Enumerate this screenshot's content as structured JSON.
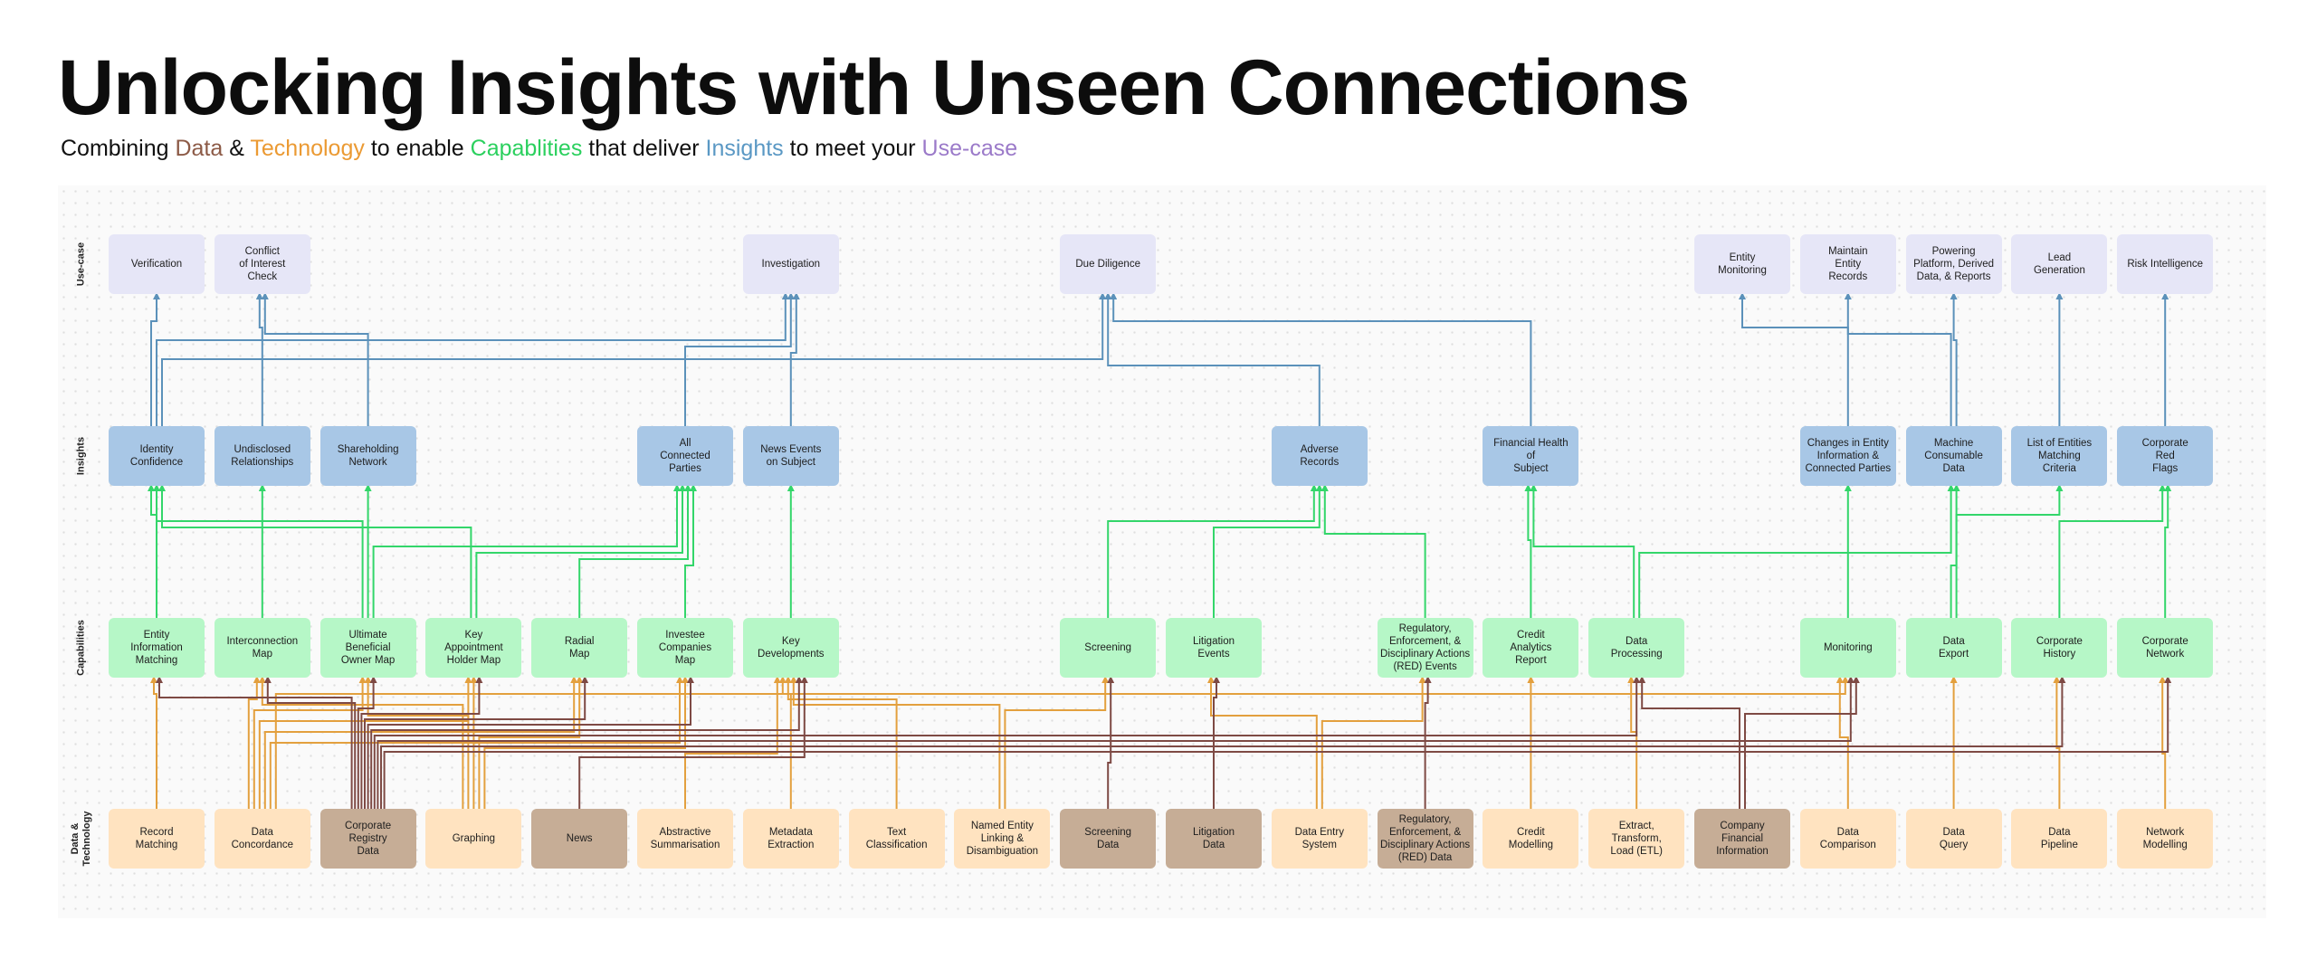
{
  "title": "Unlocking Insights with Unseen Connections",
  "subtitle": {
    "p1": "Combining ",
    "data": "Data",
    "p2": " & ",
    "tech": "Technology",
    "p3": " to enable ",
    "cap": "Capablities",
    "p4": " that deliver ",
    "ins": "Insights",
    "p5": " to meet your ",
    "use": "Use-case"
  },
  "row_labels": {
    "use": "Use-case",
    "ins": "Insights",
    "cap": "Capabilities",
    "tech": "Data &\nTechnology"
  },
  "colors": {
    "use_box": "#e6e6f7",
    "insight_box": "#a8c7e6",
    "capability_box": "#b6f7c7",
    "technology_box": "#ffe3c0",
    "data_box": "#c6ad96",
    "insight_to_use_line": "#5b91ba",
    "capability_to_insight_line": "#33d66a",
    "technology_line": "#e3a03e",
    "data_line": "#7e4a44"
  },
  "nodes": {
    "use": [
      {
        "id": "u-verification",
        "col": 0,
        "label": "Verification"
      },
      {
        "id": "u-conflict",
        "col": 1,
        "label": "Conflict\nof Interest\nCheck"
      },
      {
        "id": "u-investigation",
        "col": 6,
        "label": "Investigation"
      },
      {
        "id": "u-due",
        "col": 9,
        "label": "Due Diligence"
      },
      {
        "id": "u-entmon",
        "col": 15,
        "label": "Entity\nMonitoring"
      },
      {
        "id": "u-maintain",
        "col": 16,
        "label": "Maintain\nEntity\nRecords"
      },
      {
        "id": "u-powering",
        "col": 17,
        "label": "Powering\nPlatform, Derived\nData, & Reports"
      },
      {
        "id": "u-lead",
        "col": 18,
        "label": "Lead\nGeneration"
      },
      {
        "id": "u-risk",
        "col": 19,
        "label": "Risk Intelligence"
      }
    ],
    "insights": [
      {
        "id": "i-identity",
        "col": 0,
        "label": "Identity\nConfidence"
      },
      {
        "id": "i-undisclosed",
        "col": 1,
        "label": "Undisclosed\nRelationships"
      },
      {
        "id": "i-shareholding",
        "col": 2,
        "label": "Shareholding\nNetwork"
      },
      {
        "id": "i-allparties",
        "col": 5,
        "label": "All\nConnected\nParties"
      },
      {
        "id": "i-newsevents",
        "col": 6,
        "label": "News Events\non Subject"
      },
      {
        "id": "i-adverse",
        "col": 11,
        "label": "Adverse\nRecords"
      },
      {
        "id": "i-finhealth",
        "col": 13,
        "label": "Financial Health\nof\nSubject"
      },
      {
        "id": "i-changes",
        "col": 16,
        "label": "Changes in Entity\nInformation &\nConnected Parties"
      },
      {
        "id": "i-machine",
        "col": 17,
        "label": "Machine\nConsumable\nData"
      },
      {
        "id": "i-list",
        "col": 18,
        "label": "List of Entities\nMatching\nCriteria"
      },
      {
        "id": "i-redflags",
        "col": 19,
        "label": "Corporate\nRed\nFlags"
      }
    ],
    "capabilities": [
      {
        "id": "c-eim",
        "col": 0,
        "label": "Entity\nInformation\nMatching"
      },
      {
        "id": "c-intermap",
        "col": 1,
        "label": "Interconnection\nMap"
      },
      {
        "id": "c-ubo",
        "col": 2,
        "label": "Ultimate\nBeneficial\nOwner Map"
      },
      {
        "id": "c-kah",
        "col": 3,
        "label": "Key\nAppointment\nHolder Map"
      },
      {
        "id": "c-radial",
        "col": 4,
        "label": "Radial\nMap"
      },
      {
        "id": "c-investee",
        "col": 5,
        "label": "Investee\nCompanies\nMap"
      },
      {
        "id": "c-keydev",
        "col": 6,
        "label": "Key\nDevelopments"
      },
      {
        "id": "c-screening",
        "col": 9,
        "label": "Screening"
      },
      {
        "id": "c-litev",
        "col": 10,
        "label": "Litigation\nEvents"
      },
      {
        "id": "c-red",
        "col": 12,
        "label": "Regulatory,\nEnforcement, &\nDisciplinary Actions\n(RED) Events"
      },
      {
        "id": "c-credit",
        "col": 13,
        "label": "Credit\nAnalytics\nReport"
      },
      {
        "id": "c-dataproc",
        "col": 14,
        "label": "Data\nProcessing"
      },
      {
        "id": "c-monitoring",
        "col": 16,
        "label": "Monitoring"
      },
      {
        "id": "c-export",
        "col": 17,
        "label": "Data\nExport"
      },
      {
        "id": "c-history",
        "col": 18,
        "label": "Corporate\nHistory"
      },
      {
        "id": "c-network",
        "col": 19,
        "label": "Corporate\nNetwork"
      }
    ],
    "technology": [
      {
        "id": "t-record",
        "col": 0,
        "kind": "tech",
        "label": "Record\nMatching"
      },
      {
        "id": "t-concord",
        "col": 1,
        "kind": "tech",
        "label": "Data\nConcordance"
      },
      {
        "id": "t-registry",
        "col": 2,
        "kind": "data",
        "label": "Corporate\nRegistry\nData"
      },
      {
        "id": "t-graphing",
        "col": 3,
        "kind": "tech",
        "label": "Graphing"
      },
      {
        "id": "t-news",
        "col": 4,
        "kind": "data",
        "label": "News"
      },
      {
        "id": "t-abstract",
        "col": 5,
        "kind": "tech",
        "label": "Abstractive\nSummarisation"
      },
      {
        "id": "t-metadata",
        "col": 6,
        "kind": "tech",
        "label": "Metadata\nExtraction"
      },
      {
        "id": "t-textclass",
        "col": 7,
        "kind": "tech",
        "label": "Text\nClassification"
      },
      {
        "id": "t-ner",
        "col": 8,
        "kind": "tech",
        "label": "Named Entity\nLinking &\nDisambiguation"
      },
      {
        "id": "t-screendata",
        "col": 9,
        "kind": "data",
        "label": "Screening\nData"
      },
      {
        "id": "t-litdata",
        "col": 10,
        "kind": "data",
        "label": "Litigation\nData"
      },
      {
        "id": "t-entry",
        "col": 11,
        "kind": "tech",
        "label": "Data Entry\nSystem"
      },
      {
        "id": "t-reddata",
        "col": 12,
        "kind": "data",
        "label": "Regulatory,\nEnforcement, &\nDisciplinary Actions\n(RED) Data"
      },
      {
        "id": "t-creditmod",
        "col": 13,
        "kind": "tech",
        "label": "Credit\nModelling"
      },
      {
        "id": "t-etl",
        "col": 14,
        "kind": "tech",
        "label": "Extract,\nTransform,\nLoad (ETL)"
      },
      {
        "id": "t-cfi",
        "col": 15,
        "kind": "data",
        "label": "Company\nFinancial\nInformation"
      },
      {
        "id": "t-compare",
        "col": 16,
        "kind": "tech",
        "label": "Data\nComparison"
      },
      {
        "id": "t-query",
        "col": 17,
        "kind": "tech",
        "label": "Data\nQuery"
      },
      {
        "id": "t-pipeline",
        "col": 18,
        "kind": "tech",
        "label": "Data\nPipeline"
      },
      {
        "id": "t-netmodel",
        "col": 19,
        "kind": "tech",
        "label": "Network\nModelling"
      }
    ]
  },
  "edges": [
    {
      "from": "i-identity",
      "to": "u-verification",
      "kind": "ins"
    },
    {
      "from": "i-undisclosed",
      "to": "u-conflict",
      "kind": "ins"
    },
    {
      "from": "i-shareholding",
      "to": "u-conflict",
      "kind": "ins"
    },
    {
      "from": "i-identity",
      "to": "u-investigation",
      "kind": "ins"
    },
    {
      "from": "i-allparties",
      "to": "u-investigation",
      "kind": "ins"
    },
    {
      "from": "i-newsevents",
      "to": "u-investigation",
      "kind": "ins"
    },
    {
      "from": "i-identity",
      "to": "u-due",
      "kind": "ins"
    },
    {
      "from": "i-adverse",
      "to": "u-due",
      "kind": "ins"
    },
    {
      "from": "i-finhealth",
      "to": "u-due",
      "kind": "ins"
    },
    {
      "from": "i-changes",
      "to": "u-entmon",
      "kind": "ins"
    },
    {
      "from": "i-machine",
      "to": "u-maintain",
      "kind": "ins"
    },
    {
      "from": "i-machine",
      "to": "u-powering",
      "kind": "ins"
    },
    {
      "from": "i-list",
      "to": "u-lead",
      "kind": "ins"
    },
    {
      "from": "i-redflags",
      "to": "u-risk",
      "kind": "ins"
    },
    {
      "from": "c-eim",
      "to": "i-identity",
      "kind": "cap"
    },
    {
      "from": "c-ubo",
      "to": "i-identity",
      "kind": "cap"
    },
    {
      "from": "c-kah",
      "to": "i-identity",
      "kind": "cap"
    },
    {
      "from": "c-intermap",
      "to": "i-undisclosed",
      "kind": "cap"
    },
    {
      "from": "c-ubo",
      "to": "i-shareholding",
      "kind": "cap"
    },
    {
      "from": "c-ubo",
      "to": "i-allparties",
      "kind": "cap"
    },
    {
      "from": "c-kah",
      "to": "i-allparties",
      "kind": "cap"
    },
    {
      "from": "c-radial",
      "to": "i-allparties",
      "kind": "cap"
    },
    {
      "from": "c-investee",
      "to": "i-allparties",
      "kind": "cap"
    },
    {
      "from": "c-keydev",
      "to": "i-newsevents",
      "kind": "cap"
    },
    {
      "from": "c-screening",
      "to": "i-adverse",
      "kind": "cap"
    },
    {
      "from": "c-litev",
      "to": "i-adverse",
      "kind": "cap"
    },
    {
      "from": "c-red",
      "to": "i-adverse",
      "kind": "cap"
    },
    {
      "from": "c-credit",
      "to": "i-finhealth",
      "kind": "cap"
    },
    {
      "from": "c-dataproc",
      "to": "i-finhealth",
      "kind": "cap"
    },
    {
      "from": "c-dataproc",
      "to": "i-machine",
      "kind": "cap"
    },
    {
      "from": "c-monitoring",
      "to": "i-changes",
      "kind": "cap"
    },
    {
      "from": "c-export",
      "to": "i-machine",
      "kind": "cap"
    },
    {
      "from": "c-export",
      "to": "i-list",
      "kind": "cap"
    },
    {
      "from": "c-history",
      "to": "i-redflags",
      "kind": "cap"
    },
    {
      "from": "c-network",
      "to": "i-redflags",
      "kind": "cap"
    },
    {
      "from": "t-record",
      "to": "c-eim",
      "kind": "tech"
    },
    {
      "from": "t-concord",
      "to": "c-intermap",
      "kind": "tech"
    },
    {
      "from": "t-graphing",
      "to": "c-intermap",
      "kind": "tech"
    },
    {
      "from": "t-concord",
      "to": "c-ubo",
      "kind": "tech"
    },
    {
      "from": "t-graphing",
      "to": "c-ubo",
      "kind": "tech"
    },
    {
      "from": "t-concord",
      "to": "c-kah",
      "kind": "tech"
    },
    {
      "from": "t-graphing",
      "to": "c-kah",
      "kind": "tech"
    },
    {
      "from": "t-concord",
      "to": "c-radial",
      "kind": "tech"
    },
    {
      "from": "t-graphing",
      "to": "c-radial",
      "kind": "tech"
    },
    {
      "from": "t-concord",
      "to": "c-investee",
      "kind": "tech"
    },
    {
      "from": "t-graphing",
      "to": "c-investee",
      "kind": "tech"
    },
    {
      "from": "t-abstract",
      "to": "c-keydev",
      "kind": "tech"
    },
    {
      "from": "t-metadata",
      "to": "c-keydev",
      "kind": "tech"
    },
    {
      "from": "t-textclass",
      "to": "c-keydev",
      "kind": "tech"
    },
    {
      "from": "t-ner",
      "to": "c-keydev",
      "kind": "tech"
    },
    {
      "from": "t-ner",
      "to": "c-screening",
      "kind": "tech"
    },
    {
      "from": "t-entry",
      "to": "c-litev",
      "kind": "tech"
    },
    {
      "from": "t-entry",
      "to": "c-red",
      "kind": "tech"
    },
    {
      "from": "t-creditmod",
      "to": "c-credit",
      "kind": "tech"
    },
    {
      "from": "t-etl",
      "to": "c-dataproc",
      "kind": "tech"
    },
    {
      "from": "t-compare",
      "to": "c-monitoring",
      "kind": "tech"
    },
    {
      "from": "t-query",
      "to": "c-export",
      "kind": "tech"
    },
    {
      "from": "t-pipeline",
      "to": "c-history",
      "kind": "tech"
    },
    {
      "from": "t-netmodel",
      "to": "c-network",
      "kind": "tech"
    },
    {
      "from": "t-concord",
      "to": "c-monitoring",
      "kind": "tech"
    },
    {
      "from": "t-registry",
      "to": "c-eim",
      "kind": "data"
    },
    {
      "from": "t-registry",
      "to": "c-intermap",
      "kind": "data"
    },
    {
      "from": "t-registry",
      "to": "c-ubo",
      "kind": "data"
    },
    {
      "from": "t-registry",
      "to": "c-kah",
      "kind": "data"
    },
    {
      "from": "t-registry",
      "to": "c-radial",
      "kind": "data"
    },
    {
      "from": "t-registry",
      "to": "c-investee",
      "kind": "data"
    },
    {
      "from": "t-registry",
      "to": "c-keydev",
      "kind": "data"
    },
    {
      "from": "t-registry",
      "to": "c-dataproc",
      "kind": "data"
    },
    {
      "from": "t-registry",
      "to": "c-monitoring",
      "kind": "data"
    },
    {
      "from": "t-registry",
      "to": "c-history",
      "kind": "data"
    },
    {
      "from": "t-registry",
      "to": "c-network",
      "kind": "data"
    },
    {
      "from": "t-news",
      "to": "c-keydev",
      "kind": "data"
    },
    {
      "from": "t-screendata",
      "to": "c-screening",
      "kind": "data"
    },
    {
      "from": "t-litdata",
      "to": "c-litev",
      "kind": "data"
    },
    {
      "from": "t-reddata",
      "to": "c-red",
      "kind": "data"
    },
    {
      "from": "t-cfi",
      "to": "c-dataproc",
      "kind": "data"
    },
    {
      "from": "t-cfi",
      "to": "c-monitoring",
      "kind": "data"
    }
  ]
}
